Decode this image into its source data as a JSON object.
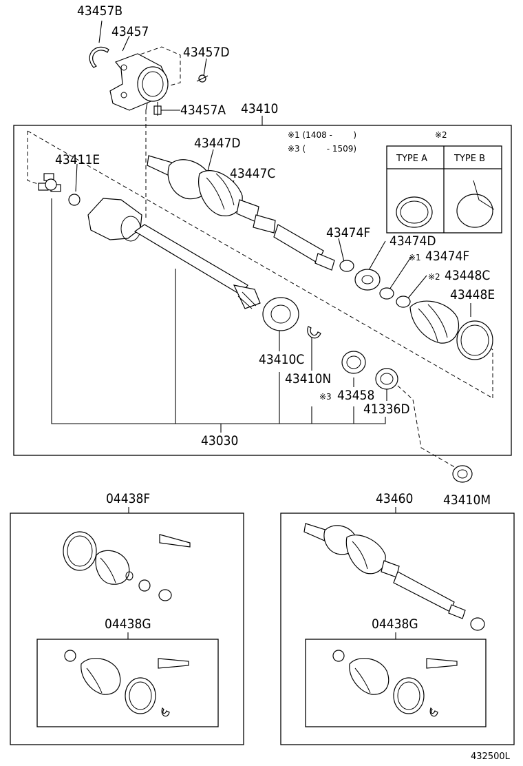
{
  "labels": {
    "p43457B": "43457B",
    "p43457": "43457",
    "p43457D": "43457D",
    "p43457A": "43457A",
    "p43410": "43410",
    "p43411E": "43411E",
    "p43447D": "43447D",
    "p43447C": "43447C",
    "p43474F": "43474F",
    "p43474D": "43474D",
    "p43474F_2": "43474F",
    "p43448C": "43448C",
    "p43448E": "43448E",
    "p43410C": "43410C",
    "p43410N": "43410N",
    "p43458": "43458",
    "p41336D": "41336D",
    "p43030": "43030",
    "p43410M": "43410M",
    "p04438F": "04438F",
    "p43460": "43460",
    "p04438G_left": "04438G",
    "p04438G_right": "04438G"
  },
  "marks": {
    "m1": "※1",
    "m2": "※2",
    "m3": "※3"
  },
  "notes": {
    "note1": "※1 (1408 -        )",
    "note3": "※3 (        - 1509)"
  },
  "types": {
    "a": "TYPE A",
    "b": "TYPE B"
  },
  "diagram_code": "432500L"
}
